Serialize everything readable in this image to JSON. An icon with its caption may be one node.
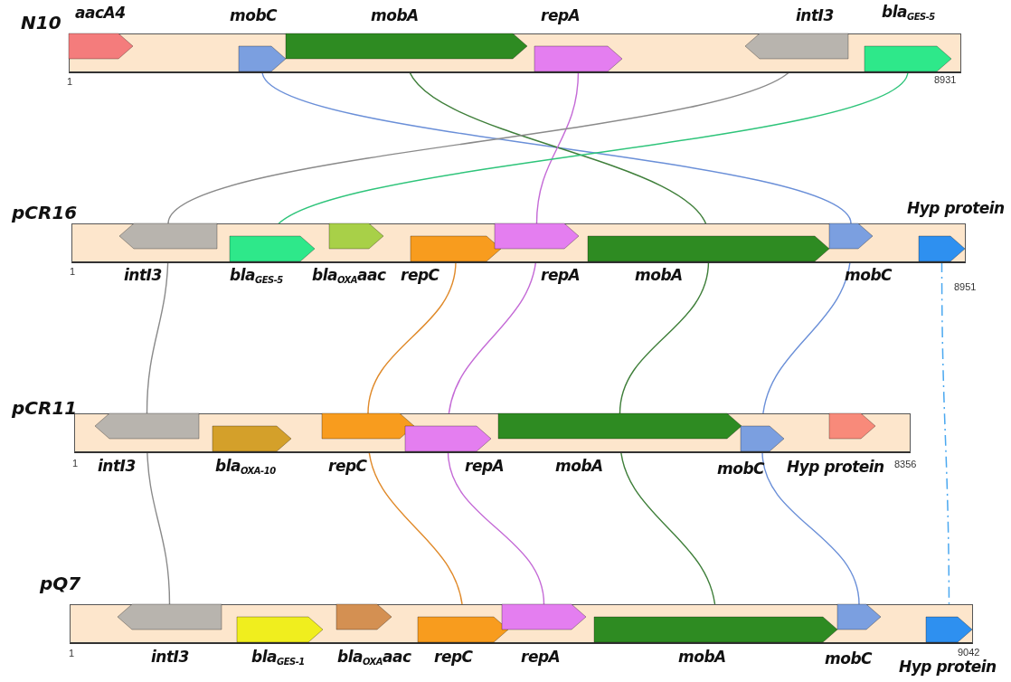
{
  "diagram": {
    "nodes": [
      {
        "text": [
          "N10"
        ],
        "beside": [
          "1",
          "8931"
        ]
      },
      {
        "text": [
          "aacA4"
        ],
        "in": 0
      },
      {
        "text": [
          "mobC"
        ],
        "in": 0
      },
      {
        "text": [
          "mobA"
        ],
        "in": 0
      },
      {
        "text": [
          "repA"
        ],
        "in": 0
      },
      {
        "text": [
          "intI3"
        ],
        "in": 0
      },
      {
        "text": [
          "bla$_{GES-5}$"
        ],
        "in": 0
      },
      {
        "text": [
          "pCR16"
        ],
        "beside": [
          "1",
          "8951"
        ]
      },
      {
        "text": [
          "intI3"
        ],
        "in": 7
      },
      {
        "text": [
          "bla$_{GES-5}$"
        ],
        "in": 7
      },
      {
        "text": [
          "bla$_{OXA}$aac"
        ],
        "in": 7
      },
      {
        "text": [
          "repC"
        ],
        "in": 7
      },
      {
        "text": [
          "repA"
        ],
        "in": 7
      },
      {
        "text": [
          "mobA"
        ],
        "in": 7
      },
      {
        "text": [
          "mobC"
        ],
        "in": 7
      },
      {
        "text": [
          "Hyp protein"
        ],
        "in": 7
      },
      {
        "text": [
          "pCR11"
        ],
        "beside": [
          "1",
          "8356"
        ]
      },
      {
        "text": [
          "intI3"
        ],
        "in": 16
      },
      {
        "text": [
          "bla$_{OXA-10}$"
        ],
        "in": 16
      },
      {
        "text": [
          "repC"
        ],
        "in": 16
      },
      {
        "text": [
          "repA"
        ],
        "in": 16
      },
      {
        "text": [
          "mobA"
        ],
        "in": 16
      },
      {
        "text": [
          "mobC"
        ],
        "in": 16
      },
      {
        "text": [
          "Hyp protein"
        ],
        "in": 16
      },
      {
        "text": [
          "pQ7"
        ],
        "beside": [
          "1",
          "9042"
        ]
      },
      {
        "text": [
          "intI3"
        ],
        "in": 24
      },
      {
        "text": [
          "bla$_{GES-1}$"
        ],
        "in": 24
      },
      {
        "text": [
          "bla$_{OXA}$aac"
        ],
        "in": 24
      },
      {
        "text": [
          "repC"
        ],
        "in": 24
      },
      {
        "text": [
          "repA"
        ],
        "in": 24
      },
      {
        "text": [
          "mobA"
        ],
        "in": 24
      },
      {
        "text": [
          "mobC"
        ],
        "in": 24
      },
      {
        "text": [
          "Hyp protein"
        ],
        "in": 24
      }
    ],
    "edges": [
      {
        "from": 2,
        "to": 14,
        "arrow": "none",
        "color": "#6a8fd8"
      },
      {
        "from": 3,
        "to": 13,
        "arrow": "none",
        "color": "#3f7f3a"
      },
      {
        "from": 4,
        "to": 12,
        "arrow": "none",
        "color": "#c46ad6"
      },
      {
        "from": 5,
        "to": 8,
        "arrow": "none",
        "color": "#8a8a8a"
      },
      {
        "from": 6,
        "to": 9,
        "arrow": "none",
        "color": "#2ec47a"
      },
      {
        "from": 8,
        "to": 17,
        "arrow": "none",
        "color": "#8a8a8a"
      },
      {
        "from": 11,
        "to": 19,
        "arrow": "none",
        "color": "#e08a2a"
      },
      {
        "from": 12,
        "to": 20,
        "arrow": "none",
        "color": "#c46ad6"
      },
      {
        "from": 13,
        "to": 21,
        "arrow": "none",
        "color": "#3f7f3a"
      },
      {
        "from": 14,
        "to": 22,
        "arrow": "none",
        "color": "#6a8fd8"
      },
      {
        "from": 17,
        "to": 25,
        "arrow": "none",
        "color": "#8a8a8a"
      },
      {
        "from": 19,
        "to": 28,
        "arrow": "none",
        "color": "#e08a2a"
      },
      {
        "from": 20,
        "to": 29,
        "arrow": "none",
        "color": "#c46ad6"
      },
      {
        "from": 21,
        "to": 30,
        "arrow": "none",
        "color": "#3f7f3a"
      },
      {
        "from": 22,
        "to": 31,
        "arrow": "none",
        "color": "#6a8fd8"
      },
      {
        "from": 15,
        "to": 32,
        "arrow": "none",
        "style": "dashed",
        "color": "#4aa8f0"
      }
    ]
  }
}
